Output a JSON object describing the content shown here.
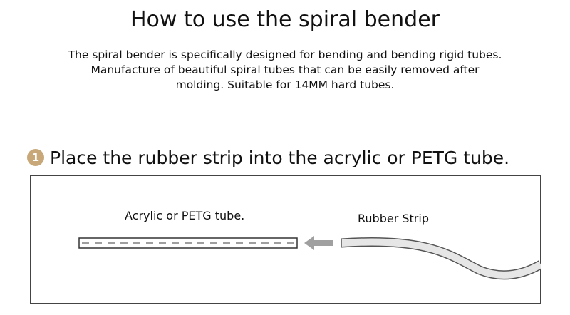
{
  "title": "How to use the spiral bender",
  "intro": {
    "line1": "The spiral bender is specifically designed for bending and bending rigid tubes.",
    "line2": "Manufacture of beautiful spiral tubes that can be easily removed after",
    "line3": "molding. Suitable for 14MM hard tubes."
  },
  "step": {
    "number": "1",
    "text": "Place the rubber strip into the acrylic or PETG tube."
  },
  "diagram": {
    "tube_label": "Acrylic or PETG tube.",
    "strip_label": "Rubber Strip",
    "arrow_icon": "arrow-left-icon",
    "colors": {
      "tube_border": "#333333",
      "arrow": "#9a9a9a",
      "strip": "#666666",
      "badge": "#c8a878"
    }
  }
}
